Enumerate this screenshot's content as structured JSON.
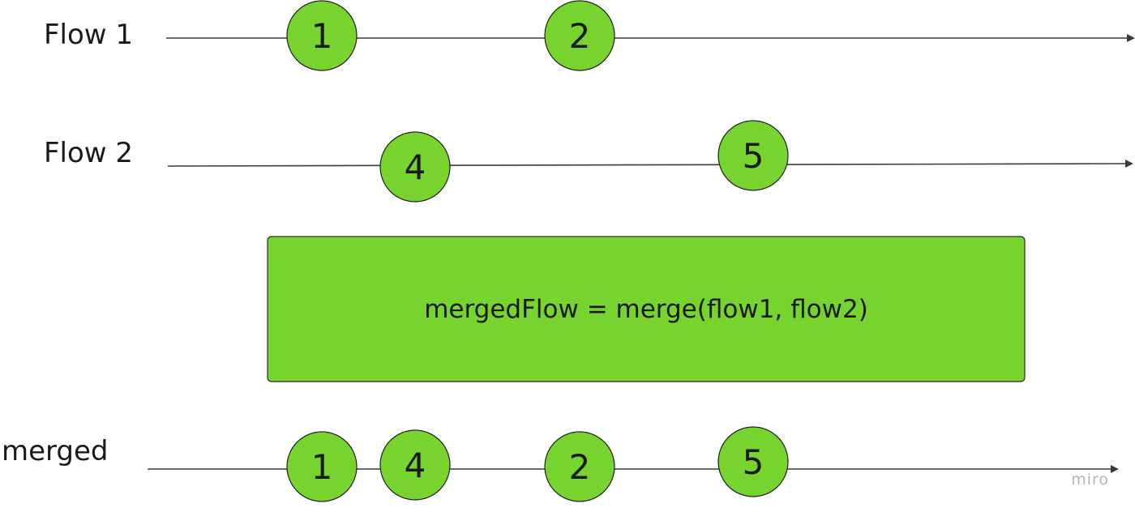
{
  "diagram": {
    "type": "marble-diagram",
    "marble_color": "#77d42f",
    "operator_color": "#77d42f",
    "rows": [
      {
        "id": "flow1",
        "label": "Flow 1",
        "marbles": [
          "1",
          "2"
        ]
      },
      {
        "id": "flow2",
        "label": "Flow 2",
        "marbles": [
          "4",
          "5"
        ]
      },
      {
        "id": "merged",
        "label": "merged",
        "marbles": [
          "1",
          "4",
          "2",
          "5"
        ]
      }
    ],
    "operator": {
      "label": "mergedFlow = merge(flow1, flow2)"
    },
    "watermark": "miro"
  }
}
